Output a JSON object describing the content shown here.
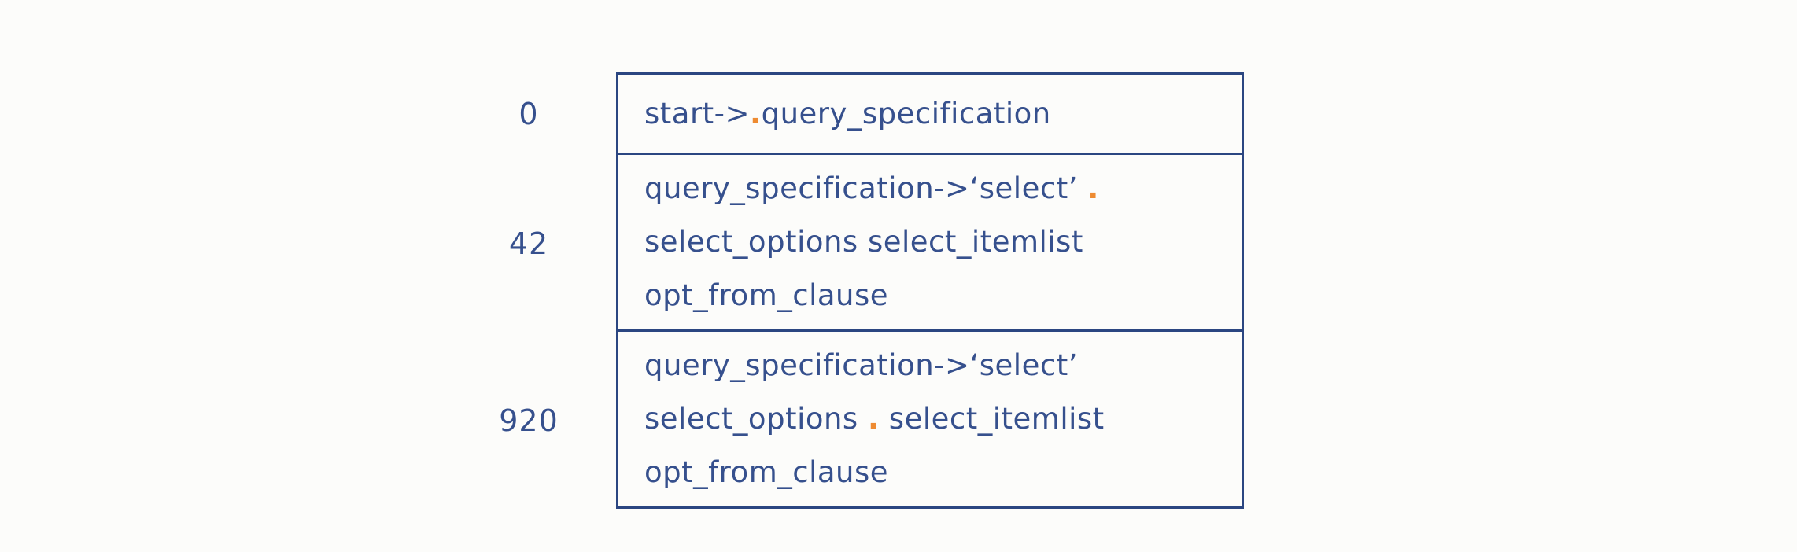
{
  "diagram": {
    "kind": "lr-parser-states",
    "colors": {
      "background": "#fcfcfa",
      "ink": "#36508d",
      "border": "#2b4681",
      "accent_dot": "#ee8b31"
    },
    "states": [
      {
        "id": "0",
        "lines": [
          [
            {
              "text": "start->",
              "accent": false
            },
            {
              "text": ".",
              "accent": true
            },
            {
              "text": "query_specification",
              "accent": false
            }
          ]
        ]
      },
      {
        "id": "42",
        "lines": [
          [
            {
              "text": "query_specification->‘select’ ",
              "accent": false
            },
            {
              "text": ".",
              "accent": true
            }
          ],
          [
            {
              "text": "select_options select_itemlist",
              "accent": false
            }
          ],
          [
            {
              "text": "opt_from_clause",
              "accent": false
            }
          ]
        ]
      },
      {
        "id": "920",
        "lines": [
          [
            {
              "text": "query_specification->‘select’",
              "accent": false
            }
          ],
          [
            {
              "text": "select_options ",
              "accent": false
            },
            {
              "text": ".",
              "accent": true
            },
            {
              "text": " select_itemlist",
              "accent": false
            }
          ],
          [
            {
              "text": "opt_from_clause",
              "accent": false
            }
          ]
        ]
      }
    ]
  }
}
